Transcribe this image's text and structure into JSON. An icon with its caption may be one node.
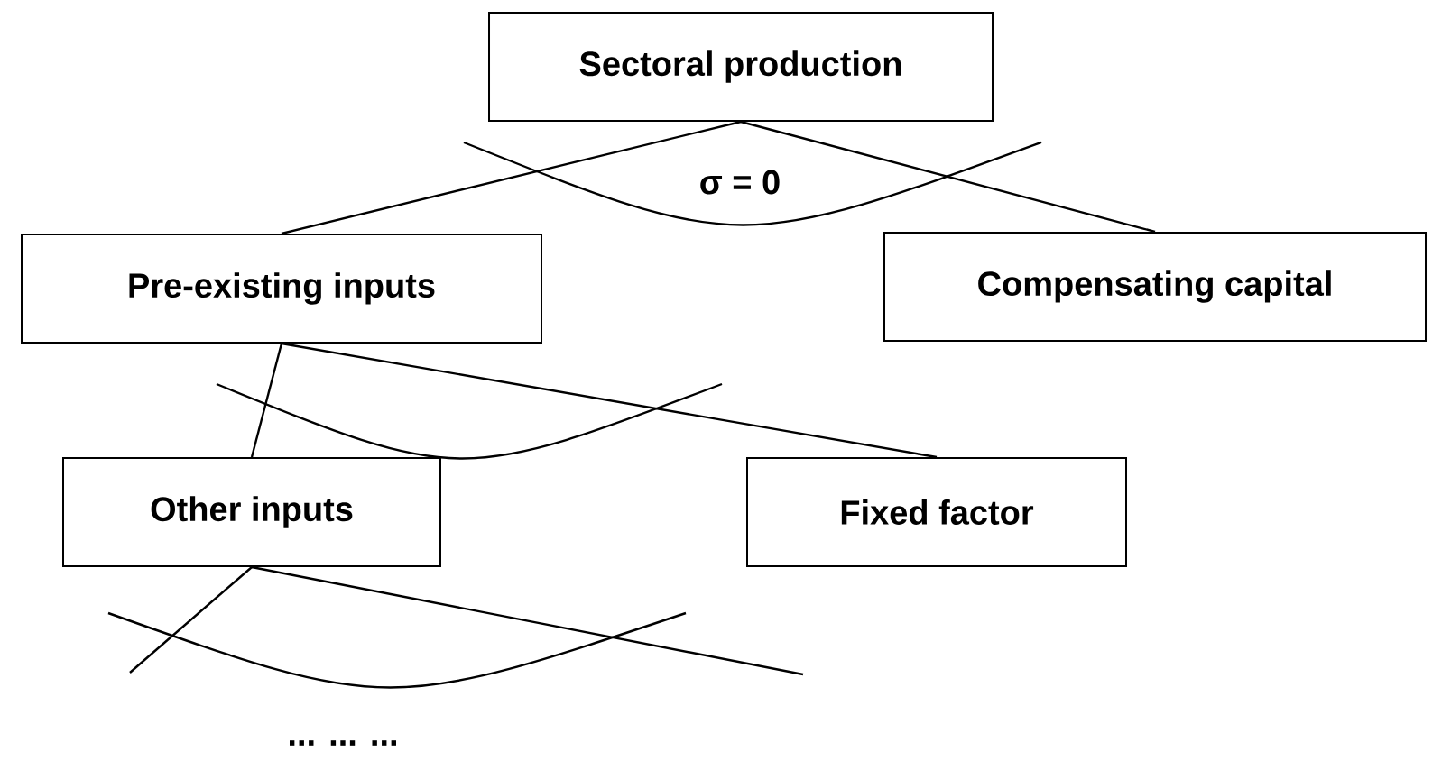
{
  "diagram": {
    "nodes": [
      {
        "text": [
          "Sectoral production"
        ]
      },
      {
        "text": [
          "Pre-existing inputs"
        ]
      },
      {
        "text": [
          "Compensating capital"
        ]
      },
      {
        "text": [
          "Other inputs"
        ]
      },
      {
        "text": [
          "Fixed factor"
        ]
      }
    ],
    "edges": [
      {
        "from": 0,
        "to": 1,
        "arrow": "none"
      },
      {
        "from": 0,
        "to": 2,
        "arrow": "none"
      },
      {
        "from": 1,
        "to": 3,
        "arrow": "none"
      },
      {
        "from": 1,
        "to": 4,
        "arrow": "none"
      },
      {
        "from": 3,
        "to": null,
        "arrow": "none"
      },
      {
        "from": 3,
        "to": null,
        "arrow": "none"
      }
    ],
    "labels": [
      "σ = 0",
      "... ... ..."
    ]
  }
}
